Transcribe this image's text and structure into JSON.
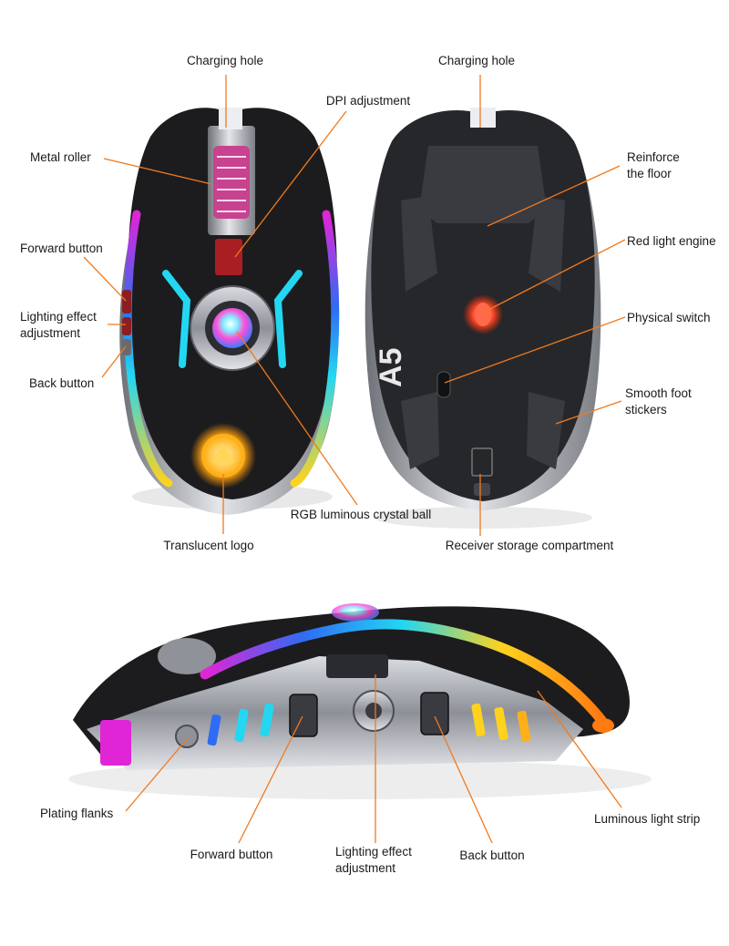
{
  "colors": {
    "leader_line": "#f07a1e",
    "mouse_body": "#1c1c1e",
    "metal": "#b9bcc2",
    "rgb_cyan": "#23d7f2",
    "rgb_blue": "#2f6cf5",
    "rgb_magenta": "#e025d6",
    "rgb_yellow": "#ffd21e",
    "rgb_orange": "#ff7a10",
    "logo_glow": "#ffb018"
  },
  "top_view": {
    "charging_hole": "Charging hole",
    "dpi_adjustment": "DPI adjustment",
    "metal_roller": "Metal roller",
    "forward_button": "Forward button",
    "lighting_effect": "Lighting effect\nadjustment",
    "back_button": "Back button",
    "rgb_ball": "RGB luminous crystal ball",
    "translucent_logo": "Translucent logo"
  },
  "bottom_view": {
    "charging_hole": "Charging hole",
    "reinforce_floor": "Reinforce\nthe floor",
    "red_light_engine": "Red light engine",
    "physical_switch": "Physical switch",
    "smooth_foot": "Smooth foot\nstickers",
    "receiver_storage": "Receiver storage compartment",
    "model_mark": "A5"
  },
  "side_view": {
    "plating_flanks": "Plating flanks",
    "forward_button": "Forward button",
    "lighting_effect": "Lighting effect\nadjustment",
    "back_button": "Back button",
    "luminous_strip": "Luminous light strip"
  }
}
